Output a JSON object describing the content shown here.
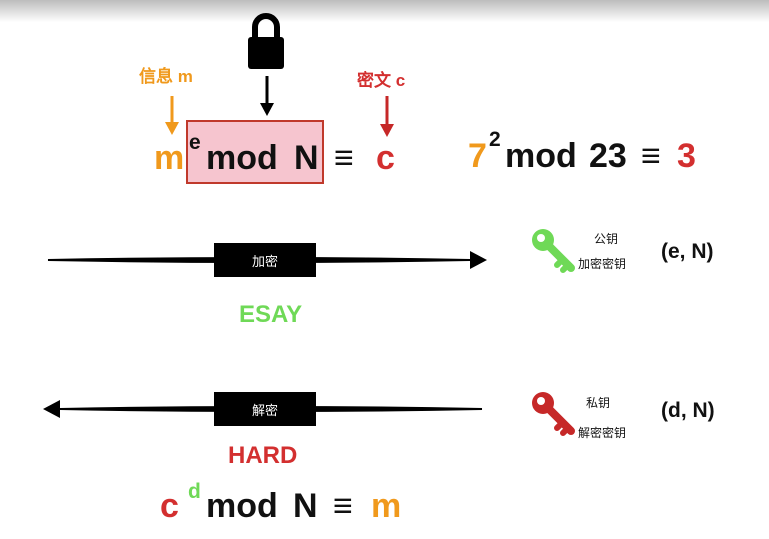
{
  "colors": {
    "orange": "#f0991c",
    "red": "#d32f2f",
    "black": "#111111",
    "green": "#6fd957",
    "pink": "#f6c5cf"
  },
  "icons": {
    "lock": "lock-icon",
    "public_key": "key-icon-green",
    "private_key": "key-icon-red"
  },
  "encryption": {
    "message_label": "信息 m",
    "ciphertext_label": "密文 c",
    "formula": {
      "base": "m",
      "exp": "e",
      "mod": "mod",
      "modulus": "N",
      "equiv": "≡",
      "result": "c"
    },
    "example": {
      "base": "7",
      "exp": "2",
      "mod": "mod",
      "modulus": "23",
      "equiv": "≡",
      "result": "3"
    }
  },
  "encrypt_row": {
    "box_label": "加密",
    "difficulty": "ESAY",
    "key_line1": "公钥",
    "key_line2": "加密密钥",
    "pair": "(e, N)"
  },
  "decrypt_row": {
    "box_label": "解密",
    "difficulty": "HARD",
    "key_line1": "私钥",
    "key_line2": "解密密钥",
    "pair": "(d, N)"
  },
  "decryption": {
    "formula": {
      "base": "c",
      "exp": "d",
      "mod": "mod",
      "modulus": "N",
      "equiv": "≡",
      "result": "m"
    }
  }
}
